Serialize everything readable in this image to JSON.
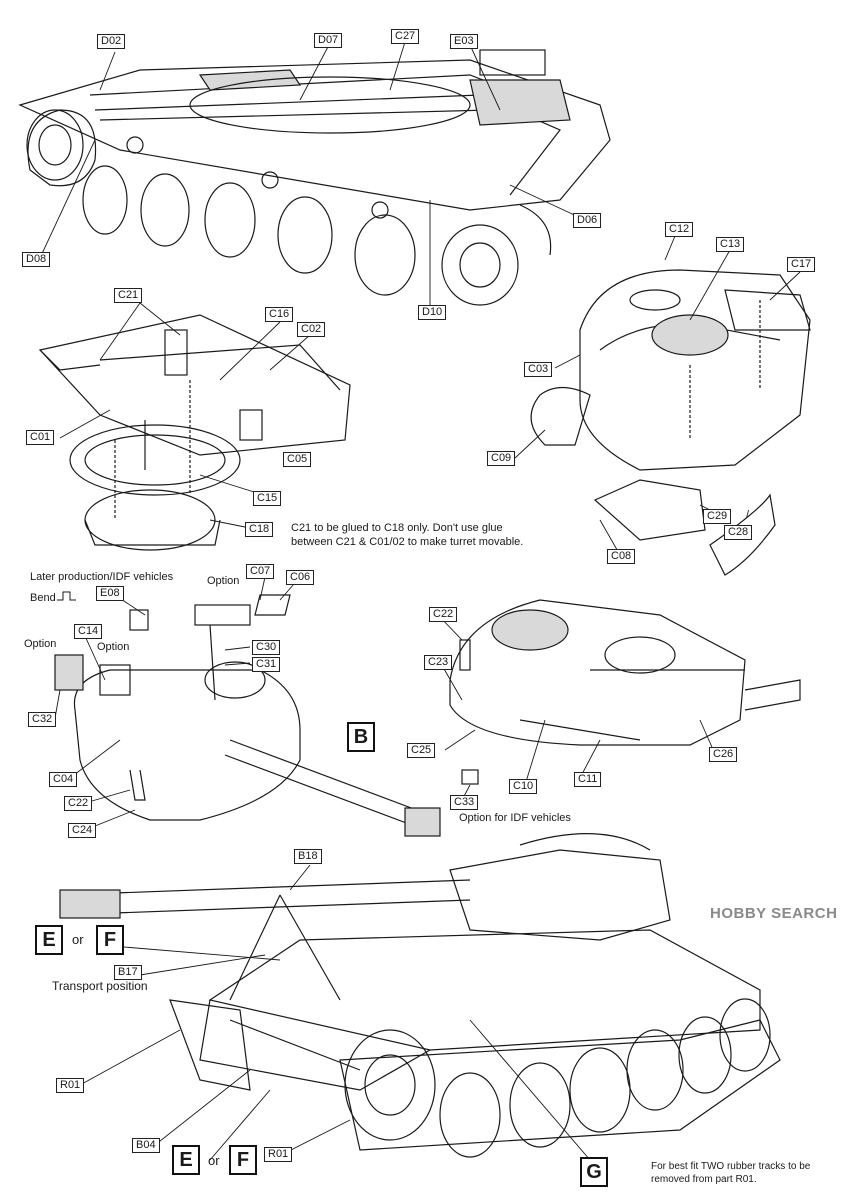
{
  "labels": {
    "D02": "D02",
    "D07": "D07",
    "C27": "C27",
    "E03": "E03",
    "D06": "D06",
    "D08": "D08",
    "D10": "D10",
    "C21": "C21",
    "C16": "C16",
    "C02": "C02",
    "C01": "C01",
    "C05": "C05",
    "C15": "C15",
    "C18": "C18",
    "C12": "C12",
    "C13": "C13",
    "C17": "C17",
    "C03": "C03",
    "C09": "C09",
    "C29": "C29",
    "C28": "C28",
    "C08": "C08",
    "E08": "E08",
    "C07": "C07",
    "C06": "C06",
    "C14": "C14",
    "C30": "C30",
    "C31": "C31",
    "C32": "C32",
    "C04": "C04",
    "C22a": "C22",
    "C24": "C24",
    "C22b": "C22",
    "C23": "C23",
    "C25": "C25",
    "C10": "C10",
    "C11": "C11",
    "C26": "C26",
    "C33": "C33",
    "B18": "B18",
    "B17": "B17",
    "R01a": "R01",
    "B04": "B04",
    "R01b": "R01"
  },
  "big_labels": {
    "B": "B",
    "E1": "E",
    "F1": "F",
    "E2": "E",
    "F2": "F",
    "G": "G"
  },
  "notes": {
    "glue_line1": "C21 to be glued to C18 only. Don't use glue",
    "glue_line2": "between C21 & C01/02 to make turret movable.",
    "later_production": "Later production/IDF vehicles",
    "bend": "Bend",
    "option_a": "Option",
    "option_b": "Option",
    "option_c": "Option",
    "option_idf": "Option for IDF vehicles",
    "transport": "Transport position",
    "c29_slash": "/",
    "or1": "or",
    "or2": "or",
    "tracks_line1": "For best fit TWO rubber tracks to be",
    "tracks_line2": "removed from part R01."
  },
  "watermark": "HOBBY SEARCH",
  "colors": {
    "line": "#1a1a1a",
    "paper": "#ffffff",
    "shade": "#d9d9d9"
  }
}
